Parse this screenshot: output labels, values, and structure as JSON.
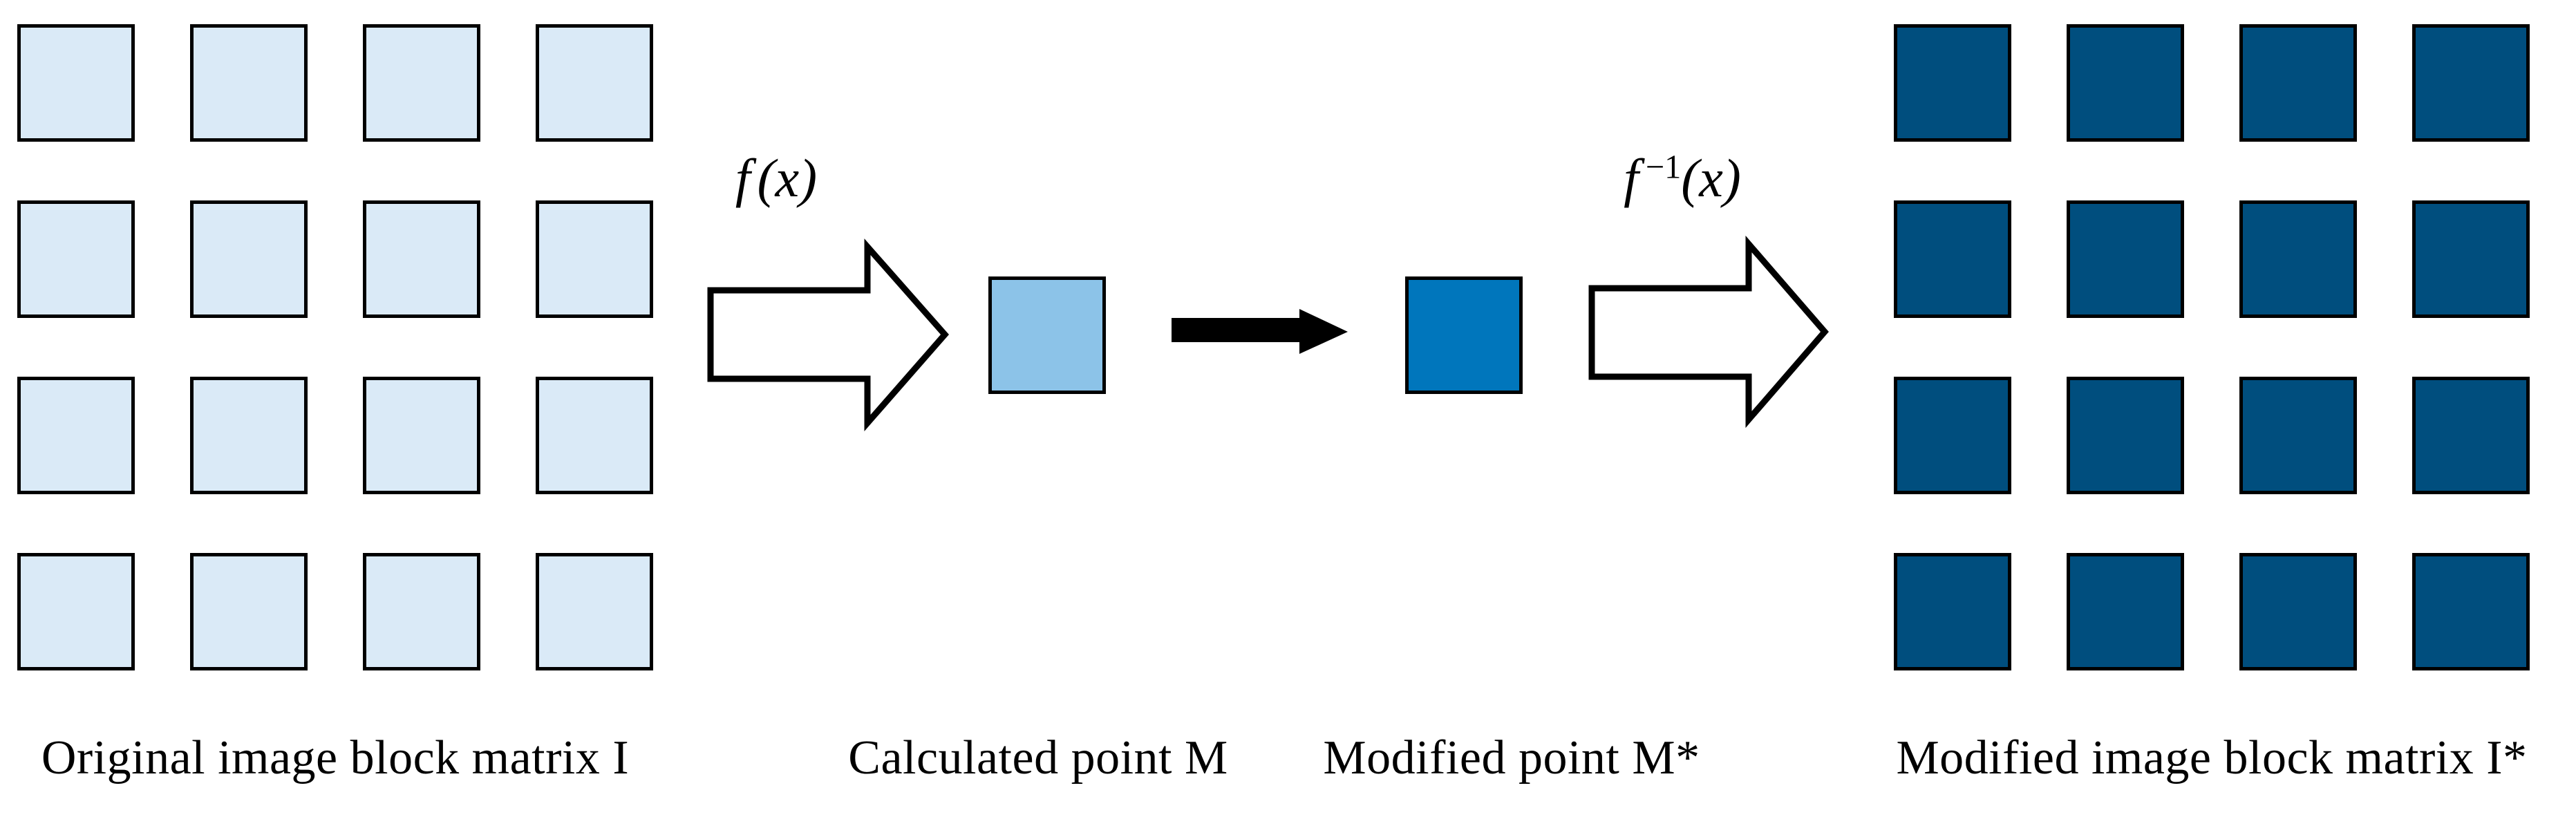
{
  "colors": {
    "background": "#ffffff",
    "outline": "#000000",
    "original_block_fill": "#DAEAF7",
    "calculated_point_fill": "#8CC3E8",
    "modified_point_fill": "#0076BC",
    "modified_block_fill": "#004E7E"
  },
  "original_matrix": {
    "rows": 4,
    "cols": 4,
    "fill": "#DAEAF7",
    "label": "Original image block matrix I"
  },
  "forward_transform": {
    "function_base": "f",
    "function_args": "(x)"
  },
  "calculated_point": {
    "fill": "#8CC3E8",
    "label": "Calculated point M"
  },
  "modified_point": {
    "fill": "#0076BC",
    "label": "Modified point M*"
  },
  "inverse_transform": {
    "function_base": "f",
    "function_sup": "−1",
    "function_args": "(x)"
  },
  "modified_matrix": {
    "rows": 4,
    "cols": 4,
    "fill": "#004E7E",
    "label": "Modified image block matrix I*"
  }
}
